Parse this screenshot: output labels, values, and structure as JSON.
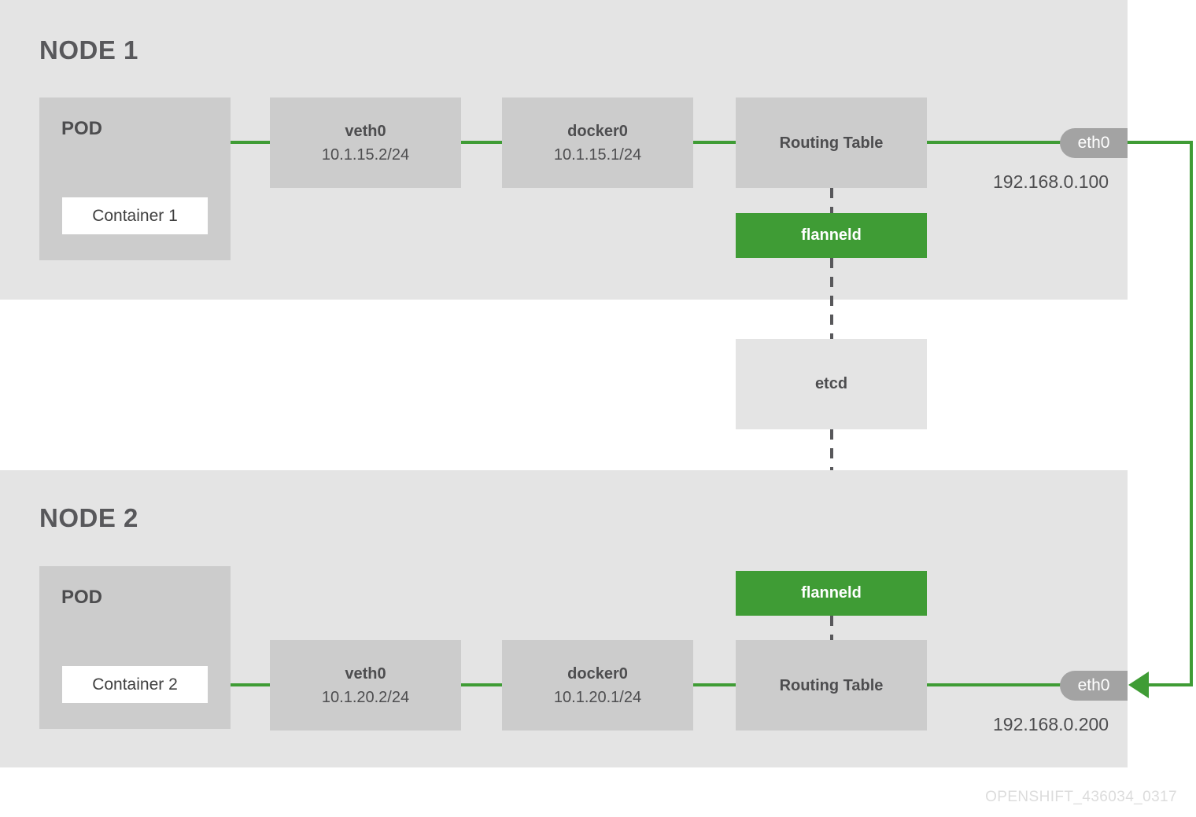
{
  "diagram": {
    "footer_code": "OPENSHIFT_436034_0317",
    "colors": {
      "green": "#3f9c35",
      "node_background": "#e4e4e4",
      "box_gray": "#cccccc",
      "pill_gray": "#a3a3a3",
      "text_dark": "#4d4d4f",
      "dash_gray": "#58585b",
      "container_white": "#ffffff"
    }
  },
  "node1": {
    "title": "NODE 1",
    "pod": {
      "label": "POD",
      "container_label": "Container 1"
    },
    "veth": {
      "name": "veth0",
      "address": "10.1.15.2/24"
    },
    "docker": {
      "name": "docker0",
      "address": "10.1.15.1/24"
    },
    "routing_table": {
      "label": "Routing Table"
    },
    "flanneld": {
      "label": "flanneld"
    },
    "eth": {
      "label": "eth0",
      "address": "192.168.0.100"
    }
  },
  "shared": {
    "etcd": {
      "label": "etcd"
    }
  },
  "node2": {
    "title": "NODE 2",
    "pod": {
      "label": "POD",
      "container_label": "Container 2"
    },
    "veth": {
      "name": "veth0",
      "address": "10.1.20.2/24"
    },
    "docker": {
      "name": "docker0",
      "address": "10.1.20.1/24"
    },
    "routing_table": {
      "label": "Routing Table"
    },
    "flanneld": {
      "label": "flanneld"
    },
    "eth": {
      "label": "eth0",
      "address": "192.168.0.200"
    }
  }
}
